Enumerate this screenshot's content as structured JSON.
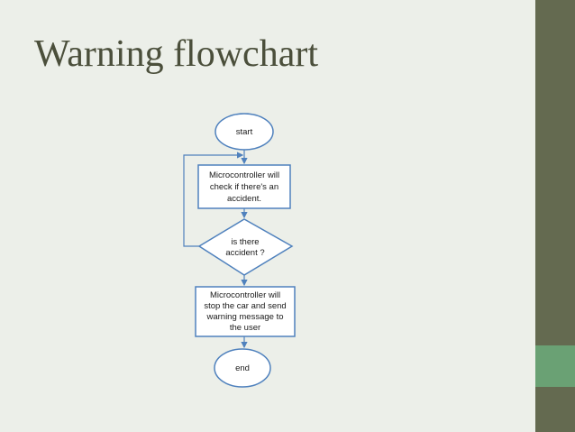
{
  "slide": {
    "title": "Warning flowchart"
  },
  "flowchart": {
    "start": "start",
    "check_step": [
      "Microcontroller will",
      "check if there's an",
      "accident."
    ],
    "decision": [
      "is there",
      "accident ?"
    ],
    "action_step": [
      "Microcontroller will",
      "stop the car and send",
      "warning message to",
      "the user"
    ],
    "end": "end"
  },
  "colors": {
    "background": "#ecefe9",
    "side_bar": "#646a50",
    "side_accent": "#6aa174",
    "shape_stroke": "#4f81bd",
    "title": "#4b4f3b"
  }
}
